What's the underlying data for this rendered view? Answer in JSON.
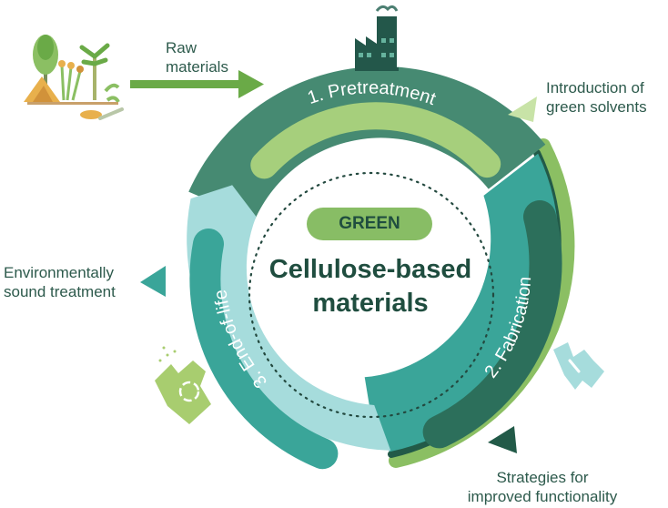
{
  "center": {
    "badge": "GREEN",
    "title_line1": "Cellulose-based",
    "title_line2": "materials"
  },
  "stages": {
    "pretreatment": "1. Pretreatment",
    "fabrication": "2. Fabrication",
    "end_of_life": "3. End-of-life"
  },
  "annotations": {
    "raw_line1": "Raw",
    "raw_line2": "materials",
    "green_line1": "Introduction of",
    "green_line2": "green solvents",
    "env_line1": "Environmentally",
    "env_line2": "sound treatment",
    "strat_line1": "Strategies for",
    "strat_line2": "improved functionality"
  },
  "colors": {
    "pretreatment_ring": "#468a72",
    "fabrication_ring": "#3aa599",
    "end_of_life_ring": "#a6dcdc",
    "accent_green": "#88bd65",
    "dark_green": "#1f4d3f",
    "text": "#2d5a4c"
  },
  "icons": [
    "plants-icon",
    "factory-icon",
    "recycle-bag-icon",
    "bag-icon"
  ]
}
